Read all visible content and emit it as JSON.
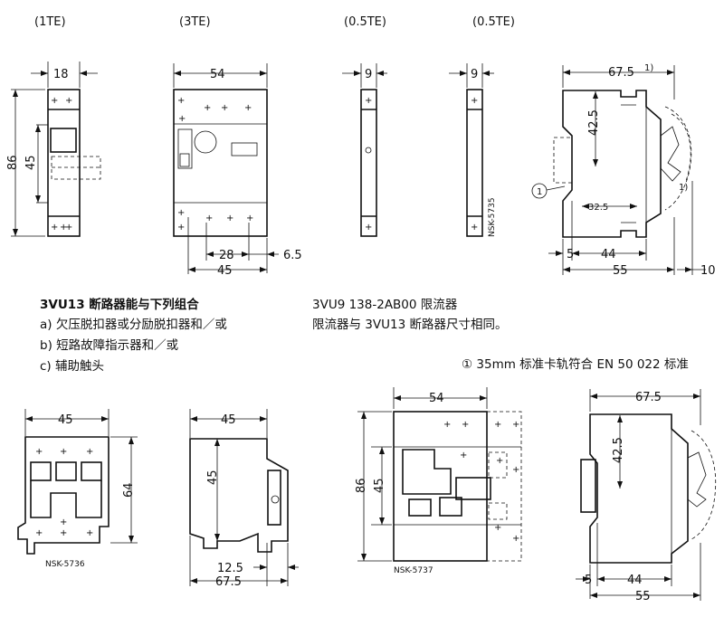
{
  "captions": {
    "module_1te": "(1TE)",
    "module_3te": "(3TE)",
    "module_05te_a": "(0.5TE)",
    "module_05te_b": "(0.5TE)"
  },
  "dimensions": {
    "w18": "18",
    "h86_a": "86",
    "h45_a": "45",
    "w54_a": "54",
    "d28": "28",
    "d6_5": "6.5",
    "w45_a": "45",
    "w9_a": "9",
    "w9_b": "9",
    "w67_5_top": "67.5",
    "footnote_mark": "1)",
    "d42_5_a": "42.5",
    "d32_5": "32.5",
    "callout_1": "1",
    "side_mark": "1)",
    "d5_a": "5",
    "d44_a": "44",
    "d55_a": "55",
    "d10": "10",
    "w45_b": "45",
    "h64": "64",
    "w45_c": "45",
    "h45_c": "45",
    "d12_5": "12.5",
    "d67_5_b": "67.5",
    "w54_b": "54",
    "h86_b": "86",
    "h45_b": "45",
    "w67_5_c": "67.5",
    "d42_5_b": "42.5",
    "d5_b": "5",
    "d44_b": "44",
    "d55_b": "55"
  },
  "drawing_refs": {
    "nsk_5735": "NSK-5735",
    "nsk_5736": "NSK-5736",
    "nsk_5737": "NSK-5737"
  },
  "text": {
    "combo_title": "3VU13 断路器能与下列组合",
    "combo_a": "a) 欠压脱扣器或分励脱扣器和／或",
    "combo_b": "b) 短路故障指示器和／或",
    "combo_c": "c) 辅助触头",
    "limiter_title": "3VU9 138-2AB00 限流器",
    "limiter_note": "限流器与 3VU13 断路器尺寸相同。",
    "rail_note": "① 35mm 标准卡轨符合 EN 50 022 标准"
  }
}
